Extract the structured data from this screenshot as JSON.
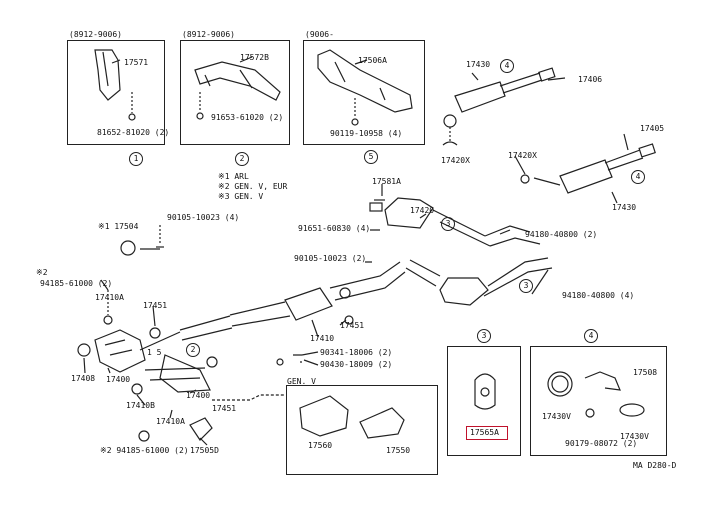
{
  "boxes": {
    "b1": {
      "header": "(8912-9006)",
      "parts": [
        "17571",
        "81652-81020 (2)"
      ],
      "ref": "1"
    },
    "b2": {
      "header": "(8912-9006)",
      "parts": [
        "17572B",
        "91653-61020 (2)"
      ],
      "ref": "2"
    },
    "b5": {
      "header": "(9006-",
      "parts": [
        "17506A",
        "90119-10958 (4)"
      ],
      "ref": "5"
    },
    "b3": {
      "ref": "3",
      "part": "17565A"
    },
    "b4": {
      "ref": "4",
      "parts": [
        "17508",
        "17430V",
        "90179-08072 (2)",
        "17430V"
      ]
    },
    "genv": {
      "header": "GEN. V",
      "parts": [
        "17560",
        "17550"
      ]
    }
  },
  "legend": [
    "※1 ARL",
    "※2 GEN. V, EUR",
    "※3 GEN. V"
  ],
  "labels": {
    "p17430": "17430",
    "p17406": "17406",
    "p17420X": "17420X",
    "c4a": "4",
    "p17405": "17405",
    "p17420X2": "17420X",
    "p17430b": "17430",
    "c4b": "4",
    "p17581A": "17581A",
    "p17420": "17420",
    "c3a": "3",
    "c3b": "3",
    "p91651": "91651-60830 (4)",
    "p94180a": "94180-40800 (2)",
    "p94180b": "94180-40800 (4)",
    "p90105a": "90105-10023 (4)",
    "p90105b": "90105-10023 (2)",
    "p17504": "※1 17504",
    "star2": "※2",
    "p94185a": "94185-61000 (2)",
    "p17410A": "17410A",
    "p17451a": "17451",
    "p17410": "17410",
    "p17451b": "17451",
    "p17408": "17408",
    "p17400": "17400",
    "c15": "1 5",
    "c2": "2",
    "p90341": "90341-18006 (2)",
    "p90430": "90430-18009 (2)",
    "p17410B": "17410B",
    "p17400b": "17400",
    "p17451c": "17451",
    "p17410A2": "17410A",
    "p94185b": "※2 94185-61000 (2)",
    "p17505D": "17505D",
    "code": "MA D280-D"
  }
}
